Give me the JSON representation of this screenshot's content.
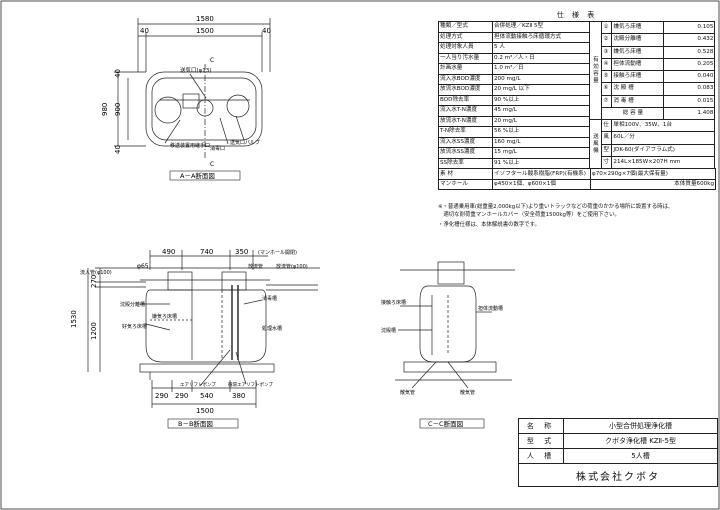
{
  "plan_view": {
    "dims": {
      "overall": "1580",
      "inner": "1500",
      "left_off": "40",
      "right_off": "40",
      "depth": "980",
      "depth_inner": "900",
      "top_off": "40",
      "bot_off": "40"
    },
    "labels": {
      "air_pipe": "送気口(φ13)",
      "disinfect_port": "消毒口",
      "air_pipe_port": "送気口バルブ",
      "sewage_port": "移送装置用継手口"
    },
    "section_mark": "C",
    "caption": "A－A断面図"
  },
  "section_b": {
    "dims": {
      "d490": "490",
      "d740": "740",
      "d350": "350",
      "height": "1530",
      "h270": "270",
      "h1200": "1200",
      "b290a": "290",
      "b290b": "290",
      "b540": "540",
      "b380": "380",
      "overall": "1500",
      "inlet_depth": "φ65"
    },
    "labels": {
      "manhole": "(マンホール開閉)",
      "inlet": "流入管(φ100)",
      "outlet_top": "放流管",
      "outlet": "放流管(φ100)",
      "chamber1": "沈殿分離槽",
      "chamber2": "好気ろ床槽",
      "chamber3": "嫌気ろ床槽",
      "disinfect": "消毒槽",
      "treat": "処理水槽",
      "pump1": "エアリフトポンプ",
      "pump2": "循環エアリフトポンプ"
    },
    "caption": "B－B断面図"
  },
  "section_c": {
    "labels": {
      "left1": "接触ろ床槽",
      "left2": "沈殿槽",
      "right1": "担体流動槽",
      "bottom1": "散気管",
      "bottom2": "散気管"
    },
    "caption": "C－C断面図"
  },
  "spec": {
    "title": "仕 様 表",
    "rows_left": [
      [
        "種類／型式",
        "合併処理／KZⅡ 5型"
      ],
      [
        "処理方式",
        "担体流動接触ろ床循環方式"
      ],
      [
        "処理対象人員",
        "5 人"
      ],
      [
        "一人当り汚水量",
        "0.2 m³／人・日"
      ],
      [
        "計画水量",
        "1.0 m³／日"
      ],
      [
        "流入水BOD濃度",
        "200 mg/L"
      ],
      [
        "放流水BOD濃度",
        "20 mg/L 以下"
      ],
      [
        "BOD除去率",
        "90 %以上"
      ],
      [
        "流入水T-N濃度",
        "45 mg/L"
      ],
      [
        "放流水T-N濃度",
        "20 mg/L"
      ],
      [
        "T-N除去率",
        "56 %以上"
      ],
      [
        "流入水SS濃度",
        "160 mg/L"
      ],
      [
        "放流水SS濃度",
        "15 mg/L"
      ],
      [
        "SS除去率",
        "91 %以上"
      ]
    ],
    "material": {
      "k": "素 材",
      "v": "イソフタール酸系樹脂(FRP)(有機系)"
    },
    "material_w": "φ70×290g×7個(最大保有量)",
    "manhole": {
      "k": "マンホール",
      "v": "φ450×1個、φ600×1個"
    },
    "volume_title": "有効容量",
    "volumes": [
      [
        "①",
        "嫌気ろ床槽",
        "0.105"
      ],
      [
        "②",
        "沈殿分離槽",
        "0.432"
      ],
      [
        "③",
        "嫌気ろ床槽",
        "0.528"
      ],
      [
        "④",
        "担体流動槽",
        "0.205"
      ],
      [
        "⑤",
        "接触ろ床槽",
        "0.040"
      ],
      [
        "⑥",
        "沈 殿 槽",
        "0.083"
      ],
      [
        "⑦",
        "消 毒 槽",
        "0.015"
      ]
    ],
    "total": [
      "総 容 量",
      "1.408"
    ],
    "blower_title": "送風機",
    "blower": [
      [
        "仕 様",
        "単相100V、35W、1台"
      ],
      [
        "風 量",
        "60L／分"
      ],
      [
        "型 式",
        "JDK-60(ダイアフラム式)"
      ],
      [
        "寸 法",
        "214L×185W×207H mm"
      ]
    ],
    "weight": "本体質量600kg"
  },
  "notes": [
    "※・普通乗用車(総重量2,000kg以下)より重いトラックなどの荷重のかかる場所に設置する時は、",
    "　適切な耐荷重マンホールカバー（安全荷重1500kg等）をご使用下さい。",
    "・浄化槽仕様は、本体解説書の数字です。"
  ],
  "title_block": {
    "name_k": "名 称",
    "name_v": "小型合併処理浄化槽",
    "model_k": "型 式",
    "model_v": "クボタ浄化槽 KZⅡ-5型",
    "people_k": "人 槽",
    "people_v": "5人槽",
    "company": "株式会社クボタ"
  }
}
